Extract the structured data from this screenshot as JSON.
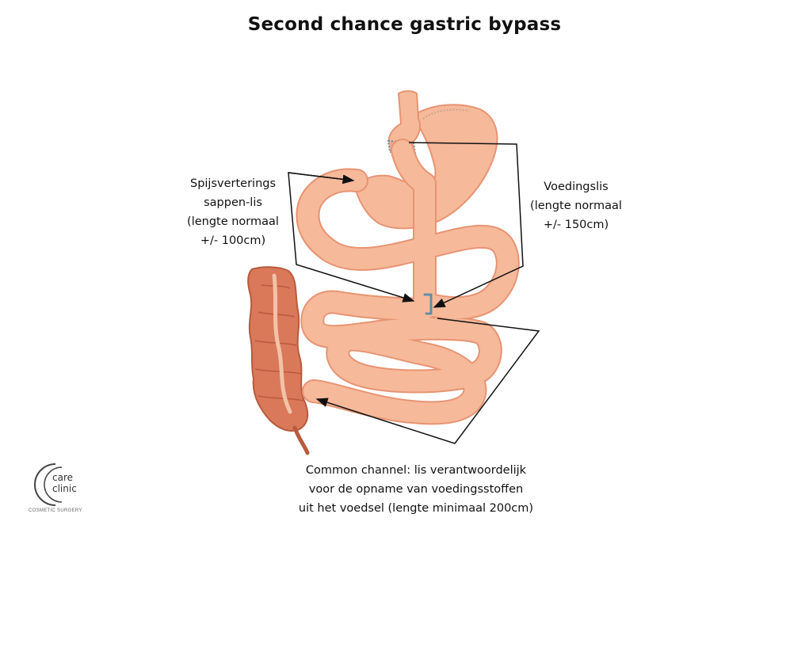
{
  "title": "Second chance gastric bypass",
  "labels": {
    "left": [
      "Spijsverterings",
      "sappen-lis",
      "(lengte normaal",
      "+/- 100cm)"
    ],
    "right": [
      "Voedingslis",
      "(lengte normaal",
      "+/- 150cm)"
    ],
    "bottom": [
      "Common channel: lis verantwoordelijk",
      "voor de opname van voedingsstoffen",
      "uit het voedsel (lengte minimaal 200cm)"
    ]
  },
  "logo": {
    "line1": "care",
    "line2": "clinic",
    "sub": "COSMETIC SURGERY"
  },
  "colors": {
    "intestine": "#f6b99a",
    "intestine_edge": "#e79473",
    "colon": "#d9795a",
    "colon_edge": "#b85a3d",
    "staple": "#6b8fa0",
    "arrow": "#111111"
  }
}
